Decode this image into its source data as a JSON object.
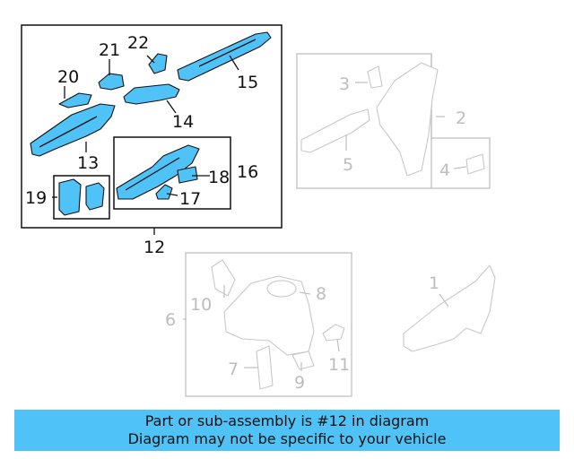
{
  "callouts": {
    "c1": "1",
    "c2": "2",
    "c3": "3",
    "c4": "4",
    "c5": "5",
    "c6": "6",
    "c7": "7",
    "c8": "8",
    "c9": "9",
    "c10": "10",
    "c11": "11",
    "c12": "12",
    "c13": "13",
    "c14": "14",
    "c15": "15",
    "c16": "16",
    "c17": "17",
    "c18": "18",
    "c19": "19",
    "c20": "20",
    "c21": "21",
    "c22": "22"
  },
  "highlight_part": "12",
  "colors": {
    "highlight": "#4fc3f7",
    "faded": "#c8c8c8",
    "outline": "#111111"
  },
  "banner": {
    "line1": "Part or sub-assembly is #12 in diagram",
    "line2": "Diagram may not be specific to your vehicle"
  }
}
